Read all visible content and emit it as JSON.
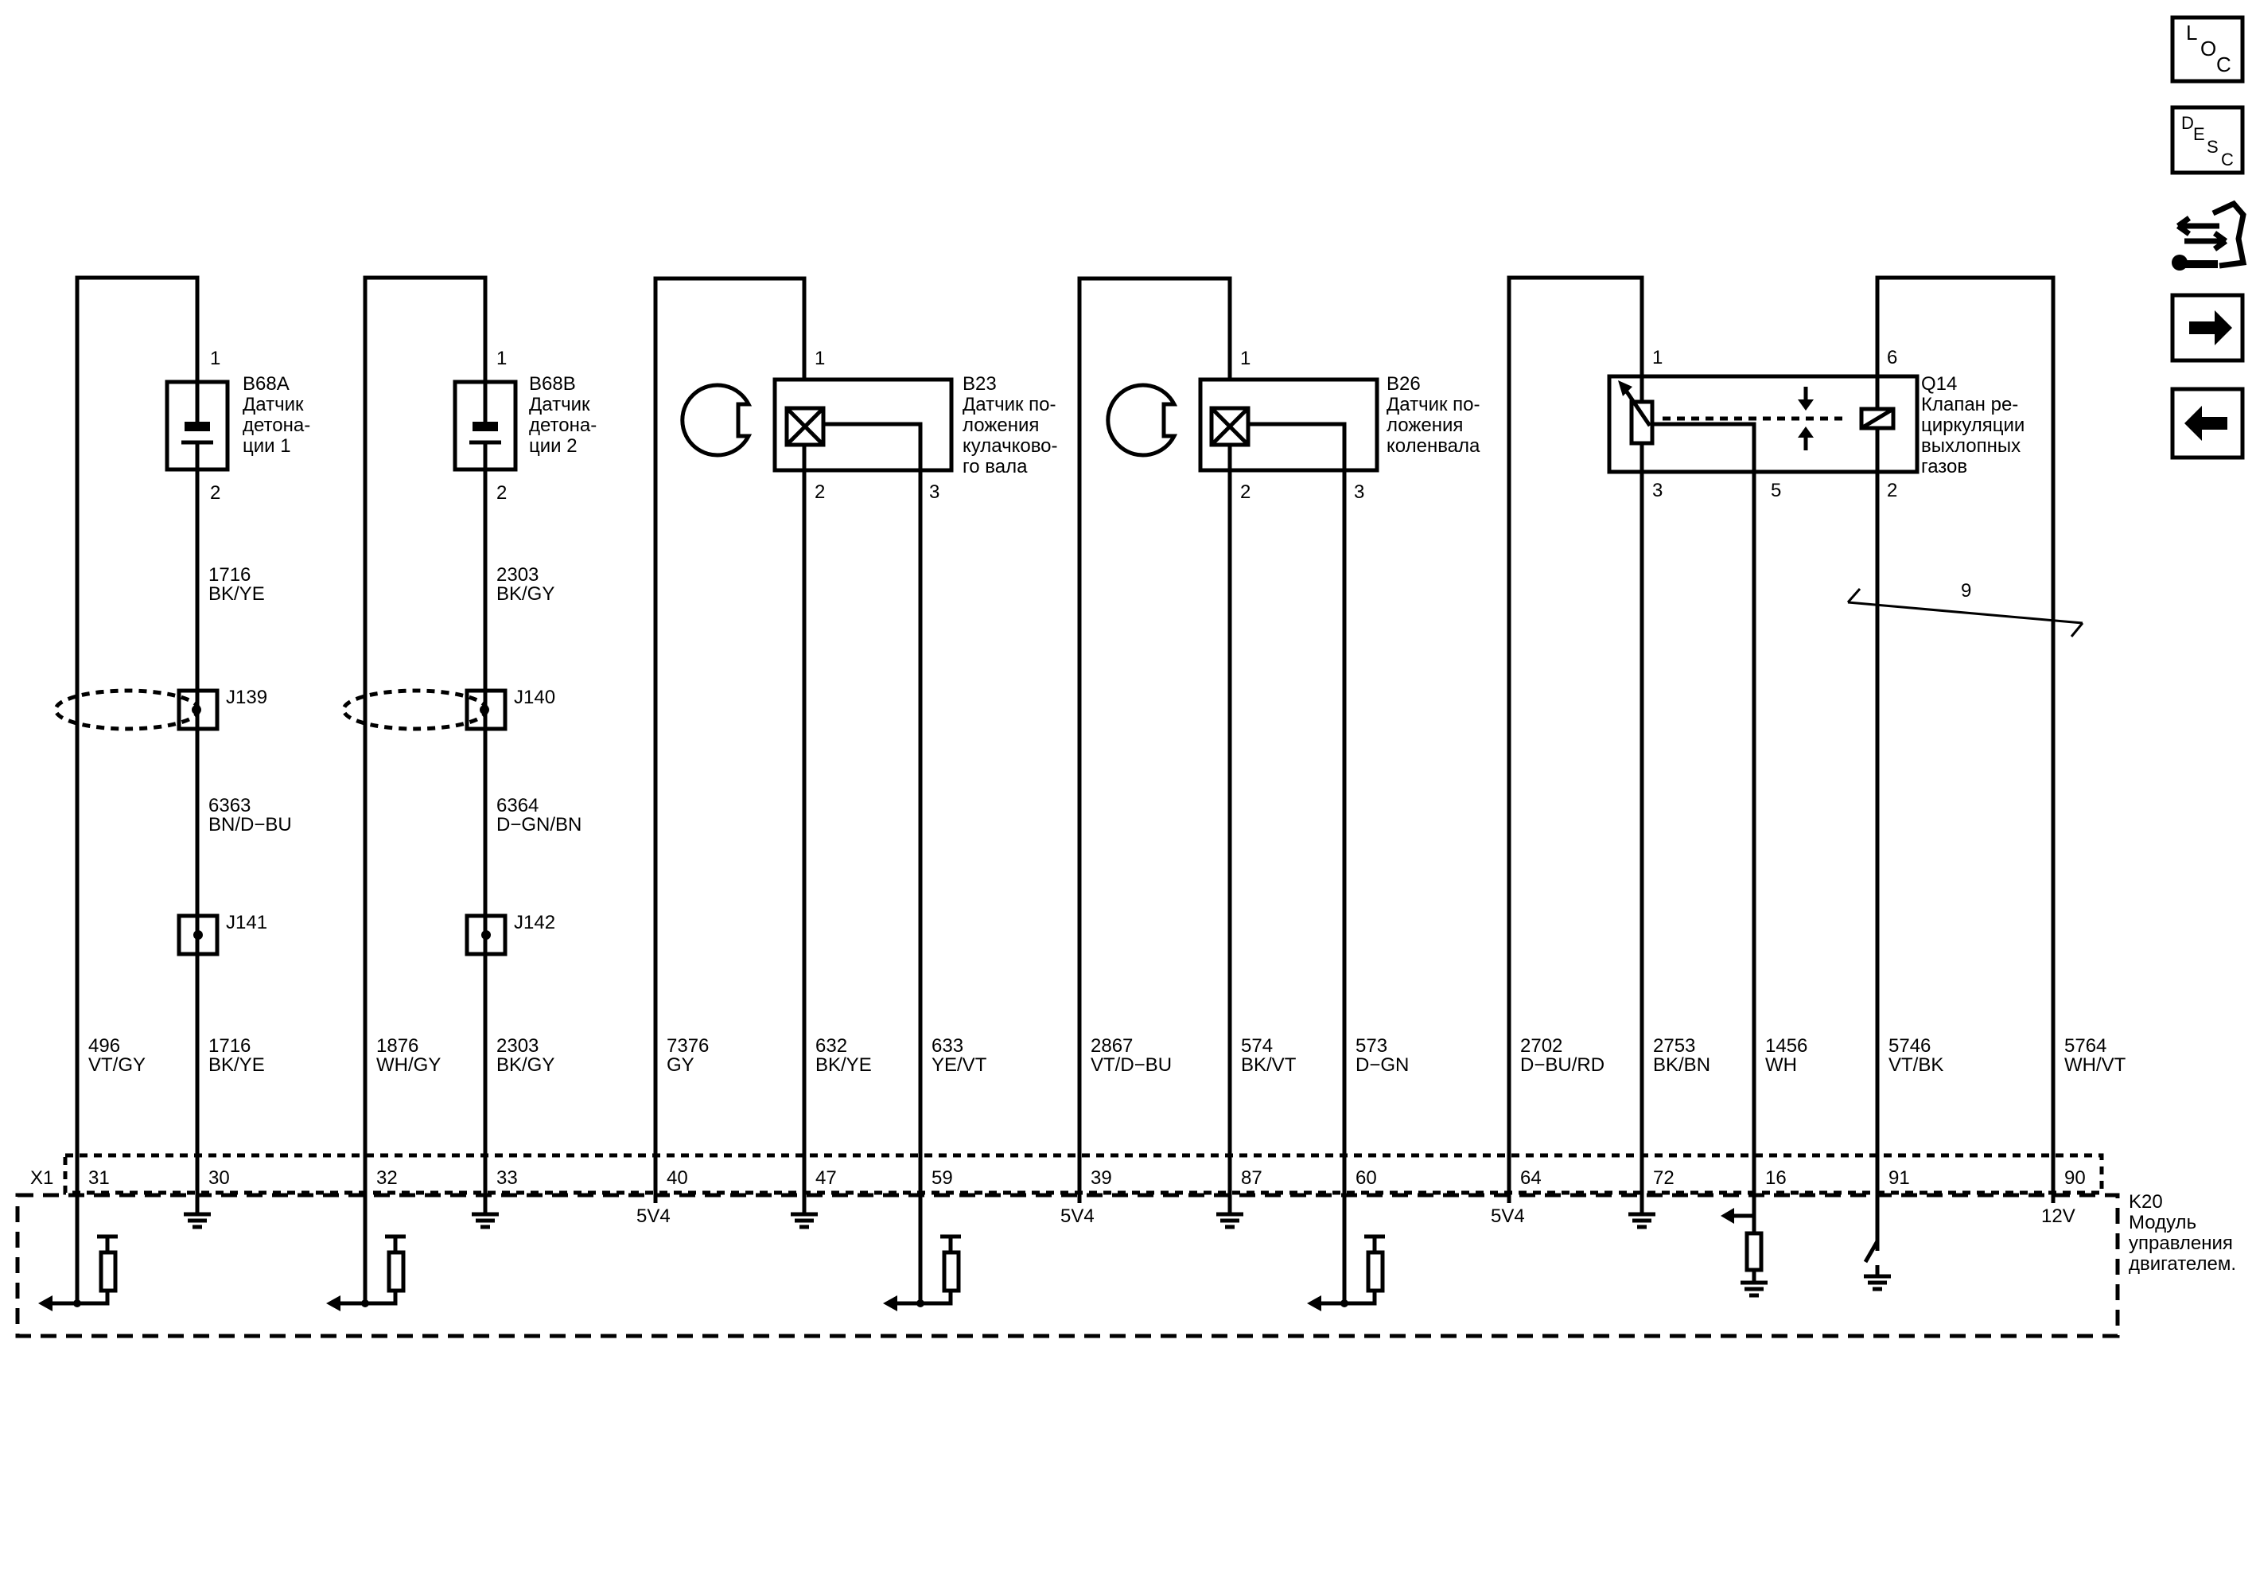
{
  "nav": {
    "loc": {
      "l1": "L",
      "l2": "O",
      "l3": "C"
    },
    "desc": {
      "l1": "D",
      "l2": "E",
      "l3": "S",
      "l4": "C"
    }
  },
  "components": {
    "b68a": {
      "id": "B68A",
      "name_lines": [
        "Датчик",
        "детона-",
        "ции 1"
      ],
      "pin_top": "1",
      "pin_bottom": "2"
    },
    "b68b": {
      "id": "B68B",
      "name_lines": [
        "Датчик",
        "детона-",
        "ции 2"
      ],
      "pin_top": "1",
      "pin_bottom": "2"
    },
    "b23": {
      "id": "B23",
      "name_lines": [
        "Датчик по-",
        "ложения",
        "кулачково-",
        "го вала"
      ],
      "pin_1": "1",
      "pin_2": "2",
      "pin_3": "3"
    },
    "b26": {
      "id": "B26",
      "name_lines": [
        "Датчик по-",
        "ложения",
        "коленвала"
      ],
      "pin_1": "1",
      "pin_2": "2",
      "pin_3": "3"
    },
    "q14": {
      "id": "Q14",
      "name_lines": [
        "Клапан ре-",
        "циркуляции",
        "выхлопных",
        "газов"
      ],
      "pin_1": "1",
      "pin_6": "6",
      "pin_3": "3",
      "pin_5": "5",
      "pin_2": "2"
    },
    "k20": {
      "id": "K20",
      "name_lines": [
        "Модуль",
        "управления",
        "двигателем."
      ]
    },
    "x1": "X1"
  },
  "splices": {
    "j139": "J139",
    "j140": "J140",
    "j141": "J141",
    "j142": "J142"
  },
  "upper_wires": {
    "w1": {
      "number": "1716",
      "color": "BK/YE"
    },
    "w2": {
      "number": "2303",
      "color": "BK/GY"
    },
    "w3": {
      "number": "6363",
      "color": "BN/D−BU"
    },
    "w4": {
      "number": "6364",
      "color": "D−GN/BN"
    }
  },
  "twisted_pair": {
    "label": "9"
  },
  "wires": [
    {
      "number": "496",
      "color": "VT/GY",
      "pin": "31"
    },
    {
      "number": "1716",
      "color": "BK/YE",
      "pin": "30"
    },
    {
      "number": "1876",
      "color": "WH/GY",
      "pin": "32"
    },
    {
      "number": "2303",
      "color": "BK/GY",
      "pin": "33"
    },
    {
      "number": "7376",
      "color": "GY",
      "pin": "40"
    },
    {
      "number": "632",
      "color": "BK/YE",
      "pin": "47"
    },
    {
      "number": "633",
      "color": "YE/VT",
      "pin": "59"
    },
    {
      "number": "2867",
      "color": "VT/D−BU",
      "pin": "39"
    },
    {
      "number": "574",
      "color": "BK/VT",
      "pin": "87"
    },
    {
      "number": "573",
      "color": "D−GN",
      "pin": "60"
    },
    {
      "number": "2702",
      "color": "D−BU/RD",
      "pin": "64"
    },
    {
      "number": "2753",
      "color": "BK/BN",
      "pin": "72"
    },
    {
      "number": "1456",
      "color": "WH",
      "pin": "16"
    },
    {
      "number": "5746",
      "color": "VT/BK",
      "pin": "91"
    },
    {
      "number": "5764",
      "color": "WH/VT",
      "pin": "90"
    }
  ],
  "supplies": {
    "s1": "5V4",
    "s2": "5V4",
    "s3": "5V4",
    "s4": "12V"
  }
}
